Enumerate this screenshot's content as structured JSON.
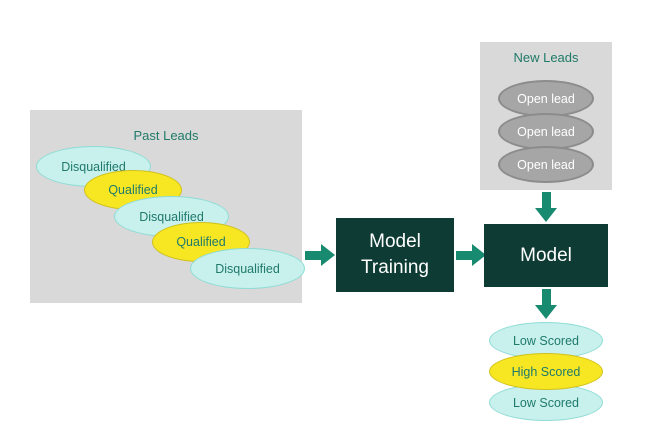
{
  "colors": {
    "panel_gray": "#d9d9d9",
    "dark_teal_box": "#0e3b33",
    "arrow_teal": "#178a70",
    "cyan_fill": "#c8f0ed",
    "yellow_fill": "#f7e723",
    "gray_lead_fill": "#a6a6a6",
    "teal_label_text": "#1f7a6b"
  },
  "past_leads": {
    "title": "Past Leads",
    "items": [
      {
        "label": "Disqualified",
        "type": "cyan"
      },
      {
        "label": "Qualified",
        "type": "yellow"
      },
      {
        "label": "Disqualified",
        "type": "cyan"
      },
      {
        "label": "Qualified",
        "type": "yellow"
      },
      {
        "label": "Disqualified",
        "type": "cyan"
      }
    ]
  },
  "new_leads": {
    "title": "New Leads",
    "items": [
      {
        "label": "Open lead"
      },
      {
        "label": "Open lead"
      },
      {
        "label": "Open lead"
      }
    ]
  },
  "model_training": {
    "label": "Model Training"
  },
  "model": {
    "label": "Model"
  },
  "scored": [
    {
      "label": "Low Scored",
      "type": "cyan"
    },
    {
      "label": "High Scored",
      "type": "yellow"
    },
    {
      "label": "Low Scored",
      "type": "cyan"
    }
  ]
}
